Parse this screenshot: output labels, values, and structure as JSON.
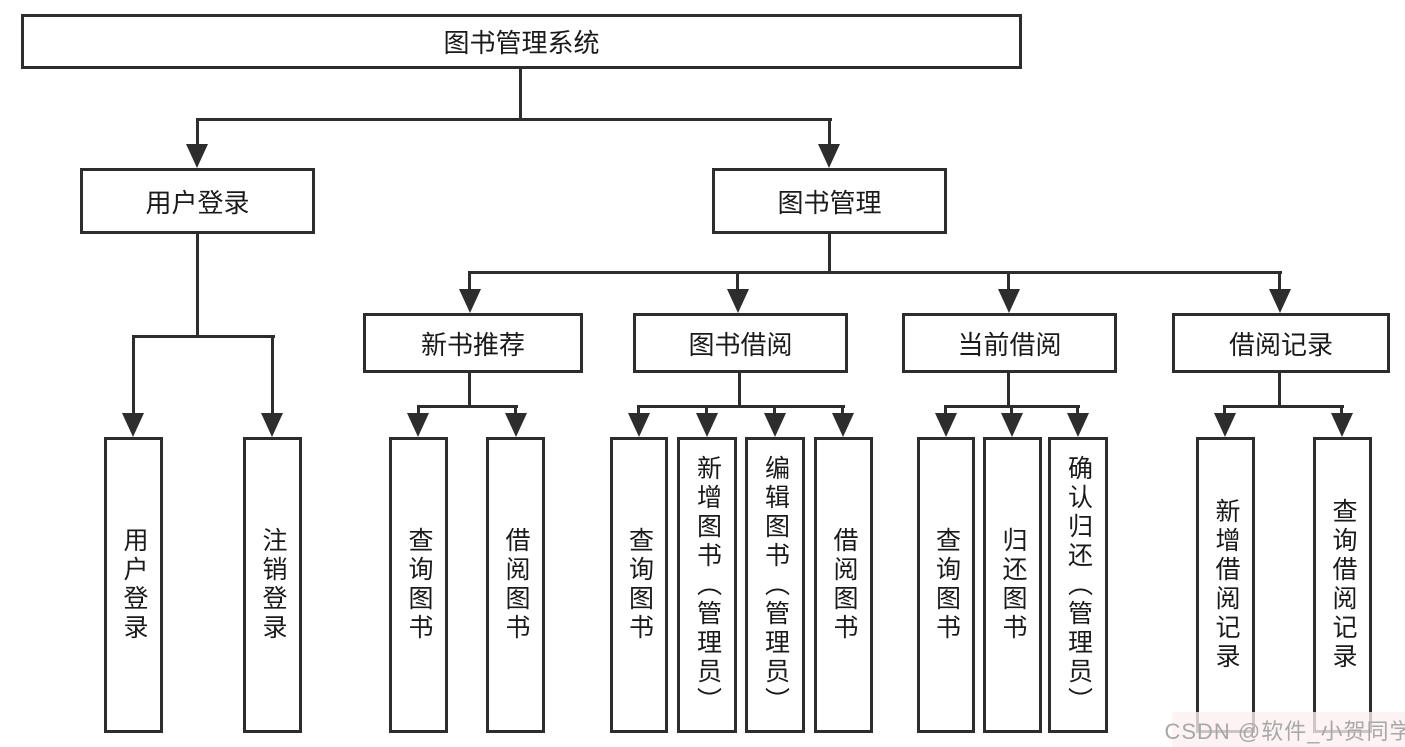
{
  "title": "图书管理系统",
  "watermark": "CSDN @软件_小贺同学",
  "colors": {
    "line": "#2d2d2d",
    "box_border": "#2d2d2d",
    "box_fill": "#ffffff",
    "text": "#1a1a1a",
    "watermark": "#a8a8a8"
  },
  "nodes": {
    "root": "图书管理系统",
    "user_login": "用户登录",
    "book_management": "图书管理",
    "new_book_recommend": "新书推荐",
    "book_borrow": "图书借阅",
    "current_borrow": "当前借阅",
    "borrow_records": "借阅记录",
    "user_login_leaf": "用户登录",
    "logout_leaf": "注销登录",
    "nb_query_books": "查询图书",
    "nb_borrow_books": "借阅图书",
    "bb_query_books": "查询图书",
    "bb_add_books_admin": "新增图书（管理员）",
    "bb_edit_books_admin": "编辑图书（管理员）",
    "bb_borrow_books": "借阅图书",
    "cb_query_books": "查询图书",
    "cb_return_books": "归还图书",
    "cb_confirm_return_admin": "确认归还（管理员）",
    "br_add_record": "新增借阅记录",
    "br_query_record": "查询借阅记录"
  }
}
